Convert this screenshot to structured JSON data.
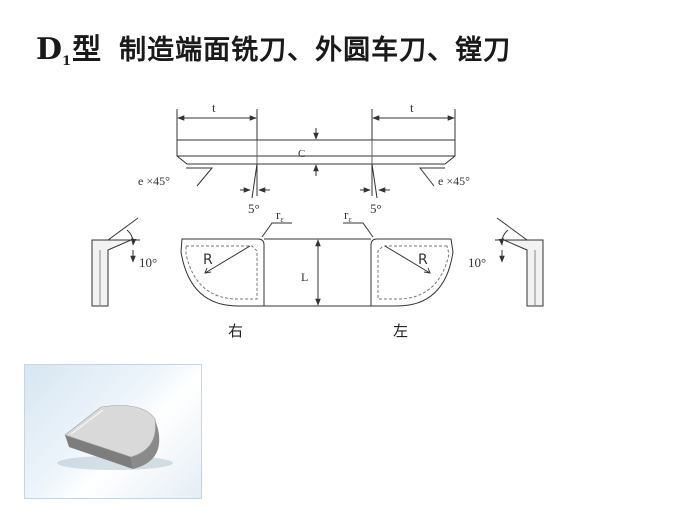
{
  "title": {
    "main": "D",
    "subscript": "1",
    "type_char": "型",
    "description": "制造端面铣刀、外圆车刀、镗刀"
  },
  "drawing": {
    "label_t": "t",
    "label_c": "C",
    "label_chamfer": "e ×45°",
    "label_angle_5": "5°",
    "label_r": "r",
    "label_r_sub": "ε",
    "label_radius": "R",
    "label_length": "L",
    "label_angle_10": "10°",
    "label_right": "右",
    "label_left": "左"
  },
  "photo": {
    "icon": "carbide-insert-photo"
  },
  "colors": {
    "line": "#333333",
    "dashed": "#777777",
    "insert_top": "#d9d9d9",
    "insert_side": "#7d7d7d"
  }
}
